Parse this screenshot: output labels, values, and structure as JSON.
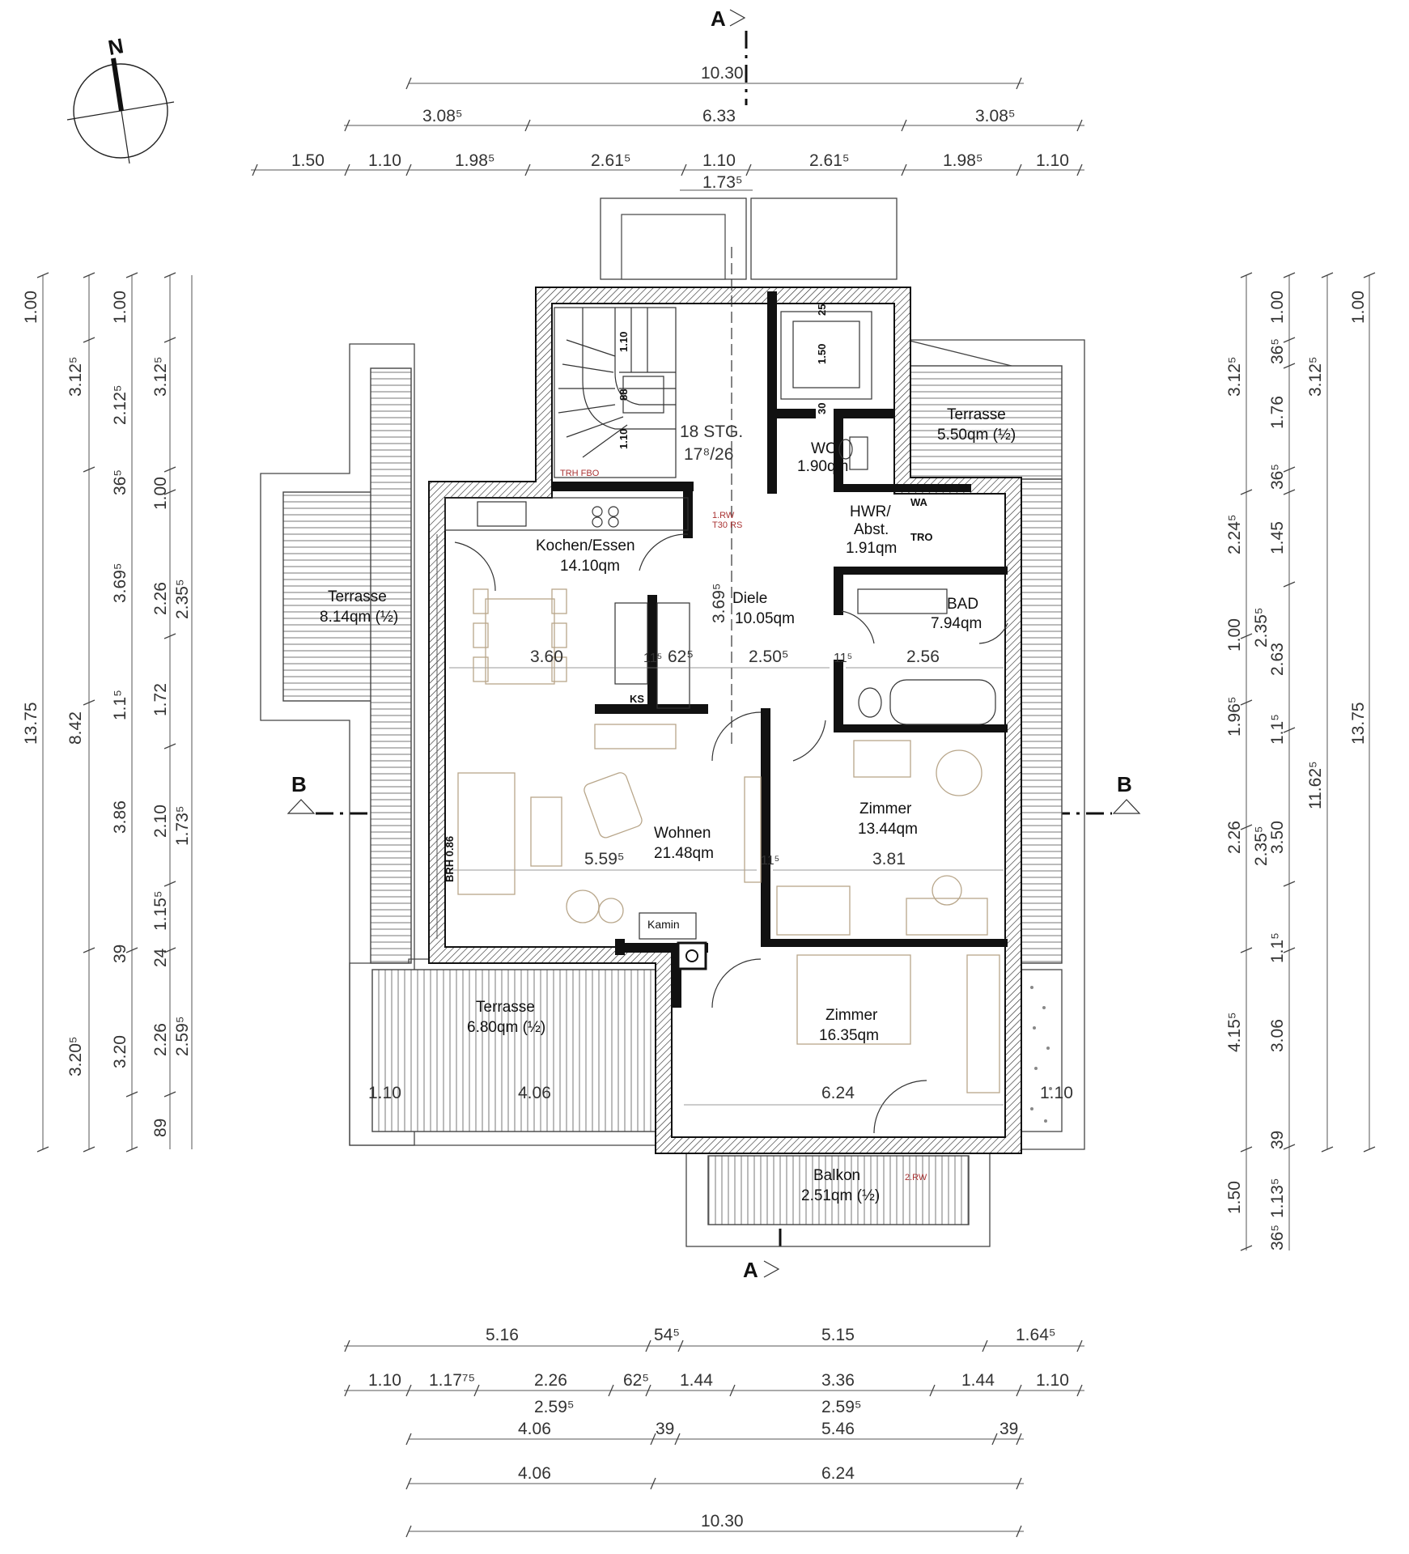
{
  "compass": {
    "label": "N"
  },
  "section_marks": {
    "a_top": "A",
    "a_bottom": "A",
    "b_left": "B",
    "b_right": "B"
  },
  "dims_top": {
    "overall": "10.30",
    "r2": [
      "3.08⁵",
      "6.33",
      "3.08⁵"
    ],
    "r3": [
      "1.50",
      "1.10",
      "1.98⁵",
      "2.61⁵",
      "1.10",
      "2.61⁵",
      "1.98⁵",
      "1.10"
    ],
    "r4": "1.73⁵"
  },
  "dims_bottom": {
    "r1": [
      "5.16",
      "54⁵",
      "5.15",
      "1.64⁵"
    ],
    "r2": [
      "1.10",
      "1.17⁷⁵",
      "2.26",
      "62⁵",
      "1.44",
      "3.36",
      "1.44",
      "1.10"
    ],
    "r2b": [
      "2.59⁵",
      "2.59⁵"
    ],
    "r3": [
      "4.06",
      "39",
      "5.46",
      "39"
    ],
    "r4": [
      "4.06",
      "6.24"
    ],
    "overall": "10.30"
  },
  "dims_left": {
    "c1": [
      "13.75"
    ],
    "c2": [
      "1.00",
      "3.12⁵",
      "3.69⁵",
      "3.86",
      "39",
      "3.20⁵"
    ],
    "c3": [
      "8.42",
      "3.20",
      "89"
    ],
    "c4": [
      "1.00",
      "2.12⁵",
      "36⁵",
      "1.1⁵",
      "1.15⁵",
      "24"
    ],
    "c5": [
      "3.12⁵",
      "1.00",
      "2.26",
      "1.72",
      "2.10",
      "2.26"
    ],
    "c6": [
      "2.35⁵",
      "1.73⁵",
      "2.59⁵"
    ]
  },
  "dims_right": {
    "c1": [
      "3.12⁵",
      "2.24⁵",
      "1.00",
      "1.96⁵",
      "2.26",
      "4.15⁵",
      "1.50",
      "36⁵"
    ],
    "c2": [
      "1.00",
      "36⁵",
      "1.76",
      "36⁵",
      "1.45",
      "2.35⁵",
      "1.1⁵",
      "2.35⁵",
      "1.1⁵",
      "39",
      "1.13⁵"
    ],
    "c3": [
      "3.12⁵",
      "2.63",
      "3.50",
      "3.06"
    ],
    "c4": [
      "1.00",
      "11.62⁵"
    ],
    "c5": [
      "13.75"
    ]
  },
  "rooms": {
    "kochen": {
      "name": "Kochen/Essen",
      "area": "14.10qm"
    },
    "diele": {
      "name": "Diele",
      "area": "10.05qm"
    },
    "wohnen": {
      "name": "Wohnen",
      "area": "21.48qm"
    },
    "wc": {
      "name": "WC",
      "area": "1.90qm"
    },
    "hwr": {
      "name": "HWR/",
      "name2": "Abst.",
      "area": "1.91qm"
    },
    "bad": {
      "name": "BAD",
      "area": "7.94qm"
    },
    "zimmer1": {
      "name": "Zimmer",
      "area": "13.44qm"
    },
    "zimmer2": {
      "name": "Zimmer",
      "area": "16.35qm"
    },
    "terr_left": {
      "name": "Terrasse",
      "area": "8.14qm (½)"
    },
    "terr_right": {
      "name": "Terrasse",
      "area": "5.50qm (½)"
    },
    "terr_bottom": {
      "name": "Terrasse",
      "area": "6.80qm (½)"
    },
    "balkon": {
      "name": "Balkon",
      "area": "2.51qm (½)"
    }
  },
  "labels": {
    "stair1": "18 STG.",
    "stair2": "17⁸/26",
    "trh": "TRH FBO",
    "rw1": "1.RW",
    "t30": "T30 RS",
    "rw2": "2.RW",
    "wa": "WA",
    "tro": "TRO",
    "ks": "KS",
    "kamin": "Kamin",
    "brh": "BRH 0.86",
    "d110a": "1.10",
    "d88": "88",
    "d110b": "1.10",
    "d25": "25",
    "d150": "1.50",
    "d30": "30"
  },
  "inner_dims": {
    "d360": "3.60",
    "d115a": "11⁵",
    "d625": "62⁵",
    "d2505": "2.50⁵",
    "d115b": "11⁵",
    "d256": "2.56",
    "d3695": "3.69⁵",
    "d5595": "5.59⁵",
    "d115c": "11⁵",
    "d381": "3.81",
    "d624": "6.24",
    "d110l": "1.10",
    "d406": "4.06",
    "d110r": "1.10"
  }
}
